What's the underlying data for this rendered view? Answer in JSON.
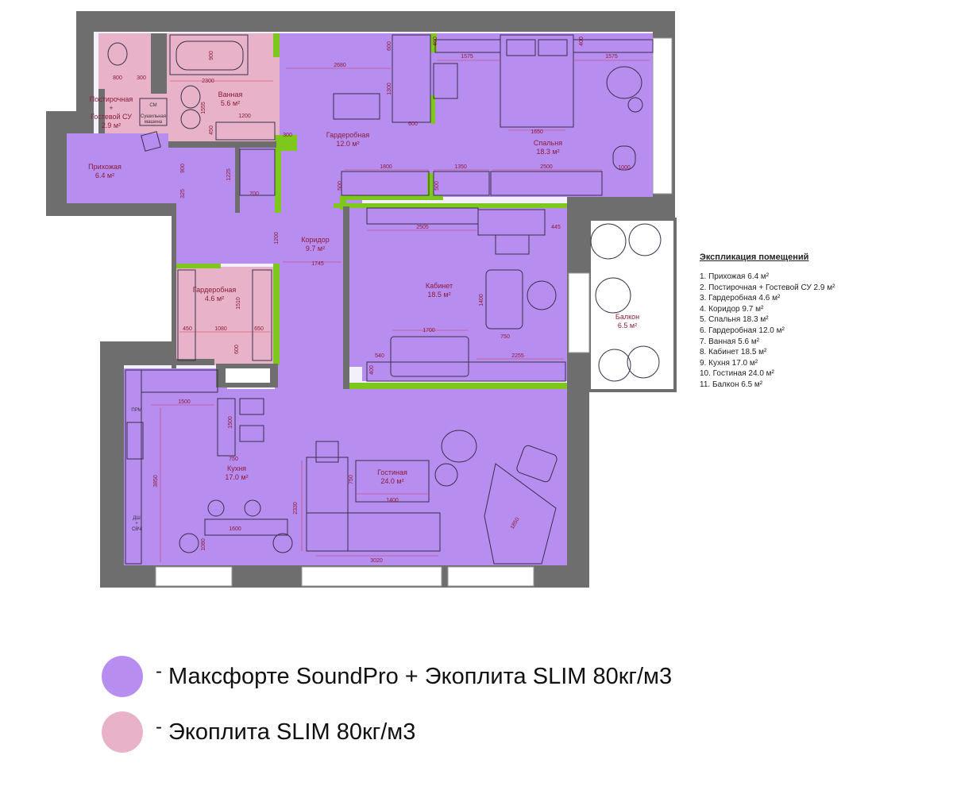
{
  "colors": {
    "primary_zone": "#b88df0",
    "secondary_zone": "#e8b3c8",
    "wall": "#6e6e6e",
    "partition": "#7ec81e",
    "label": "#8a1c3a"
  },
  "rooms": {
    "hallway": {
      "name": "Прихожая",
      "area": "6.4 м²"
    },
    "guest_wc": {
      "name": "Постирочная\n+\nГостевой СУ",
      "name_l1": "Постирочная",
      "name_l2": "+",
      "name_l3": "Гостевой СУ",
      "area": "2.9 м²"
    },
    "bathroom": {
      "name": "Ванная",
      "area": "5.6 м²"
    },
    "wardrobe_big": {
      "name": "Гардеробная",
      "area": "12.0 м²"
    },
    "bedroom": {
      "name": "Спальня",
      "area": "18.3 м²"
    },
    "corridor": {
      "name": "Коридор",
      "area": "9.7 м²"
    },
    "wardrobe_small": {
      "name": "Гардеробная",
      "area": "4.6 м²"
    },
    "study": {
      "name": "Кабинет",
      "area": "18.5 м²"
    },
    "balcony": {
      "name": "Балкон",
      "area": "6.5 м²"
    },
    "kitchen": {
      "name": "Кухня",
      "area": "17.0 м²"
    },
    "living": {
      "name": "Гостиная",
      "area": "24.0 м²"
    }
  },
  "appliance_labels": {
    "washer": "СМ",
    "dryer_l1": "Сушильная",
    "dryer_l2": "машина",
    "fridge": "ПРМ",
    "dw_l1": "ДШ",
    "dw_l2": "+",
    "dw_l3": "СВЧ"
  },
  "dimensions": {
    "d800": "800",
    "d300": "300",
    "d900": "900",
    "d2300": "2300",
    "d1555": "1555",
    "d1200": "1200",
    "d450": "450",
    "d300b": "300",
    "d2680": "2680",
    "d600": "600",
    "d1300": "1300",
    "d600b": "600",
    "d1575a": "1575",
    "d1575b": "1575",
    "d400a": "400",
    "d400b": "400",
    "d1650": "1650",
    "d1000": "1000",
    "d1800": "1800",
    "d1350": "1350",
    "d2500": "2500",
    "d500a": "500",
    "d500b": "500",
    "d900b": "900",
    "d1225": "1225",
    "d700": "700",
    "d325": "325",
    "d1200b": "1200",
    "d1745": "1745",
    "d2505": "2505",
    "d445": "445",
    "d1400": "1400",
    "d750": "750",
    "d1700": "1700",
    "d540": "540",
    "d400c": "400",
    "d2255": "2255",
    "d1510": "1510",
    "d450b": "450",
    "d1080": "1080",
    "d650": "650",
    "d600c": "600",
    "d1500": "1500",
    "d1500b": "1500",
    "d750b": "750",
    "d3850": "3850",
    "d1600": "1600",
    "d1080b": "1080",
    "d2330": "2330",
    "d750c": "750",
    "d1400b": "1400",
    "d3020": "3020",
    "d1850": "1850"
  },
  "explication": {
    "title": "Экспликация помещений",
    "items": [
      "1. Прихожая 6.4 м²",
      "2. Постирочная + Гостевой СУ 2.9 м²",
      "3. Гардеробная 4.6 м²",
      "4. Коридор 9.7 м²",
      "5. Спальня 18.3 м²",
      "6. Гардеробная 12.0 м²",
      "7. Ванная 5.6 м²",
      "8. Кабинет 18.5 м²",
      "9. Кухня 17.0 м²",
      "10. Гостиная 24.0 м²",
      "11. Балкон 6.5 м²"
    ]
  },
  "legend": [
    {
      "dash": "-",
      "text": "Максфорте SoundPro + Экоплита SLIM 80кг/м3",
      "color": "#b88df0"
    },
    {
      "dash": "-",
      "text": "Экоплита SLIM 80кг/м3",
      "color": "#e8b3c8"
    }
  ]
}
